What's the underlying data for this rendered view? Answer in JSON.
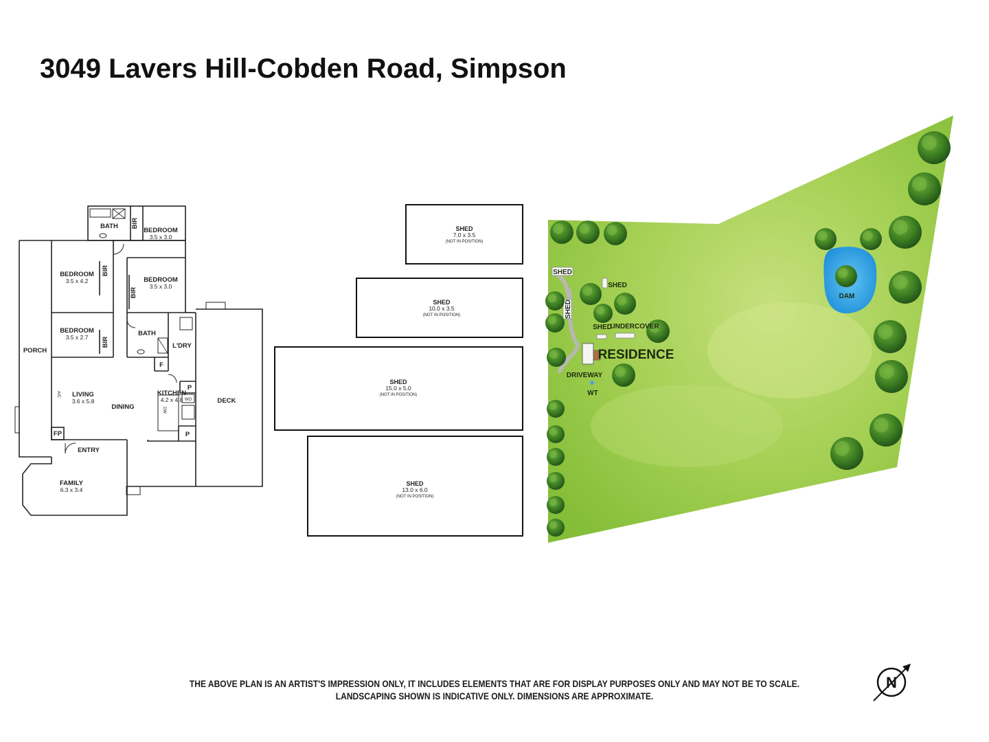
{
  "title": "3049 Lavers Hill-Cobden Road, Simpson",
  "floorplan": {
    "rooms": [
      {
        "key": "bath_top",
        "name": "BATH"
      },
      {
        "key": "bir1",
        "name": "BIR"
      },
      {
        "key": "bed1",
        "name": "BEDROOM",
        "dim": "3.5 x 3.0"
      },
      {
        "key": "bed2",
        "name": "BEDROOM",
        "dim": "3.5 x 4.2"
      },
      {
        "key": "bir2",
        "name": "BIR"
      },
      {
        "key": "bed3",
        "name": "BEDROOM",
        "dim": "3.5 x 3.0"
      },
      {
        "key": "bir3",
        "name": "BIR"
      },
      {
        "key": "bed4",
        "name": "BEDROOM",
        "dim": "3.5 x 2.7"
      },
      {
        "key": "bir4",
        "name": "BIR"
      },
      {
        "key": "bath2",
        "name": "BATH"
      },
      {
        "key": "ldry",
        "name": "L'DRY"
      },
      {
        "key": "porch",
        "name": "PORCH"
      },
      {
        "key": "living",
        "name": "LIVING",
        "dim": "3.6 x 5.8"
      },
      {
        "key": "dining",
        "name": "DINING"
      },
      {
        "key": "kitchen",
        "name": "KITCHEN",
        "dim": "4.2 x 4.8"
      },
      {
        "key": "deck",
        "name": "DECK"
      },
      {
        "key": "fp",
        "name": "FP"
      },
      {
        "key": "entry",
        "name": "ENTRY"
      },
      {
        "key": "family",
        "name": "FAMILY",
        "dim": "6.3 x 3.4"
      },
      {
        "key": "f",
        "name": "F"
      },
      {
        "key": "p1",
        "name": "P"
      },
      {
        "key": "p2",
        "name": "P"
      },
      {
        "key": "wo",
        "name": "WO"
      },
      {
        "key": "dw",
        "name": "DW"
      },
      {
        "key": "ac",
        "name": "A/C"
      }
    ]
  },
  "sheds": [
    {
      "name": "SHED",
      "dim": "7.0 x 3.5",
      "note": "(NOT IN POSITION)"
    },
    {
      "name": "SHED",
      "dim": "10.0 x 3.5",
      "note": "(NOT IN POSITION)"
    },
    {
      "name": "SHED",
      "dim": "15.0 x 5.0",
      "note": "(NOT IN POSITION)"
    },
    {
      "name": "SHED",
      "dim": "13.0 x 6.0",
      "note": "(NOT IN POSITION)"
    }
  ],
  "site": {
    "labels": {
      "shed_a": "SHED",
      "shed_b": "SHED",
      "shed_c": "SHED",
      "shed_d": "SHED",
      "undercover": "UNDERCOVER",
      "residence": "RESIDENCE",
      "driveway": "DRIVEWAY",
      "wt": "WT",
      "dam": "DAM"
    },
    "colors": {
      "grass": "#9ccc4a",
      "grass_light": "#c2df78",
      "tree": "#3a7d1e",
      "dam": "#2f9be0"
    }
  },
  "compass": {
    "label": "N"
  },
  "disclaimer": [
    "THE ABOVE PLAN IS AN ARTIST'S IMPRESSION ONLY, IT INCLUDES ELEMENTS THAT ARE FOR DISPLAY PURPOSES ONLY AND MAY NOT BE TO SCALE.",
    "LANDSCAPING SHOWN IS INDICATIVE ONLY. DIMENSIONS ARE APPROXIMATE."
  ]
}
